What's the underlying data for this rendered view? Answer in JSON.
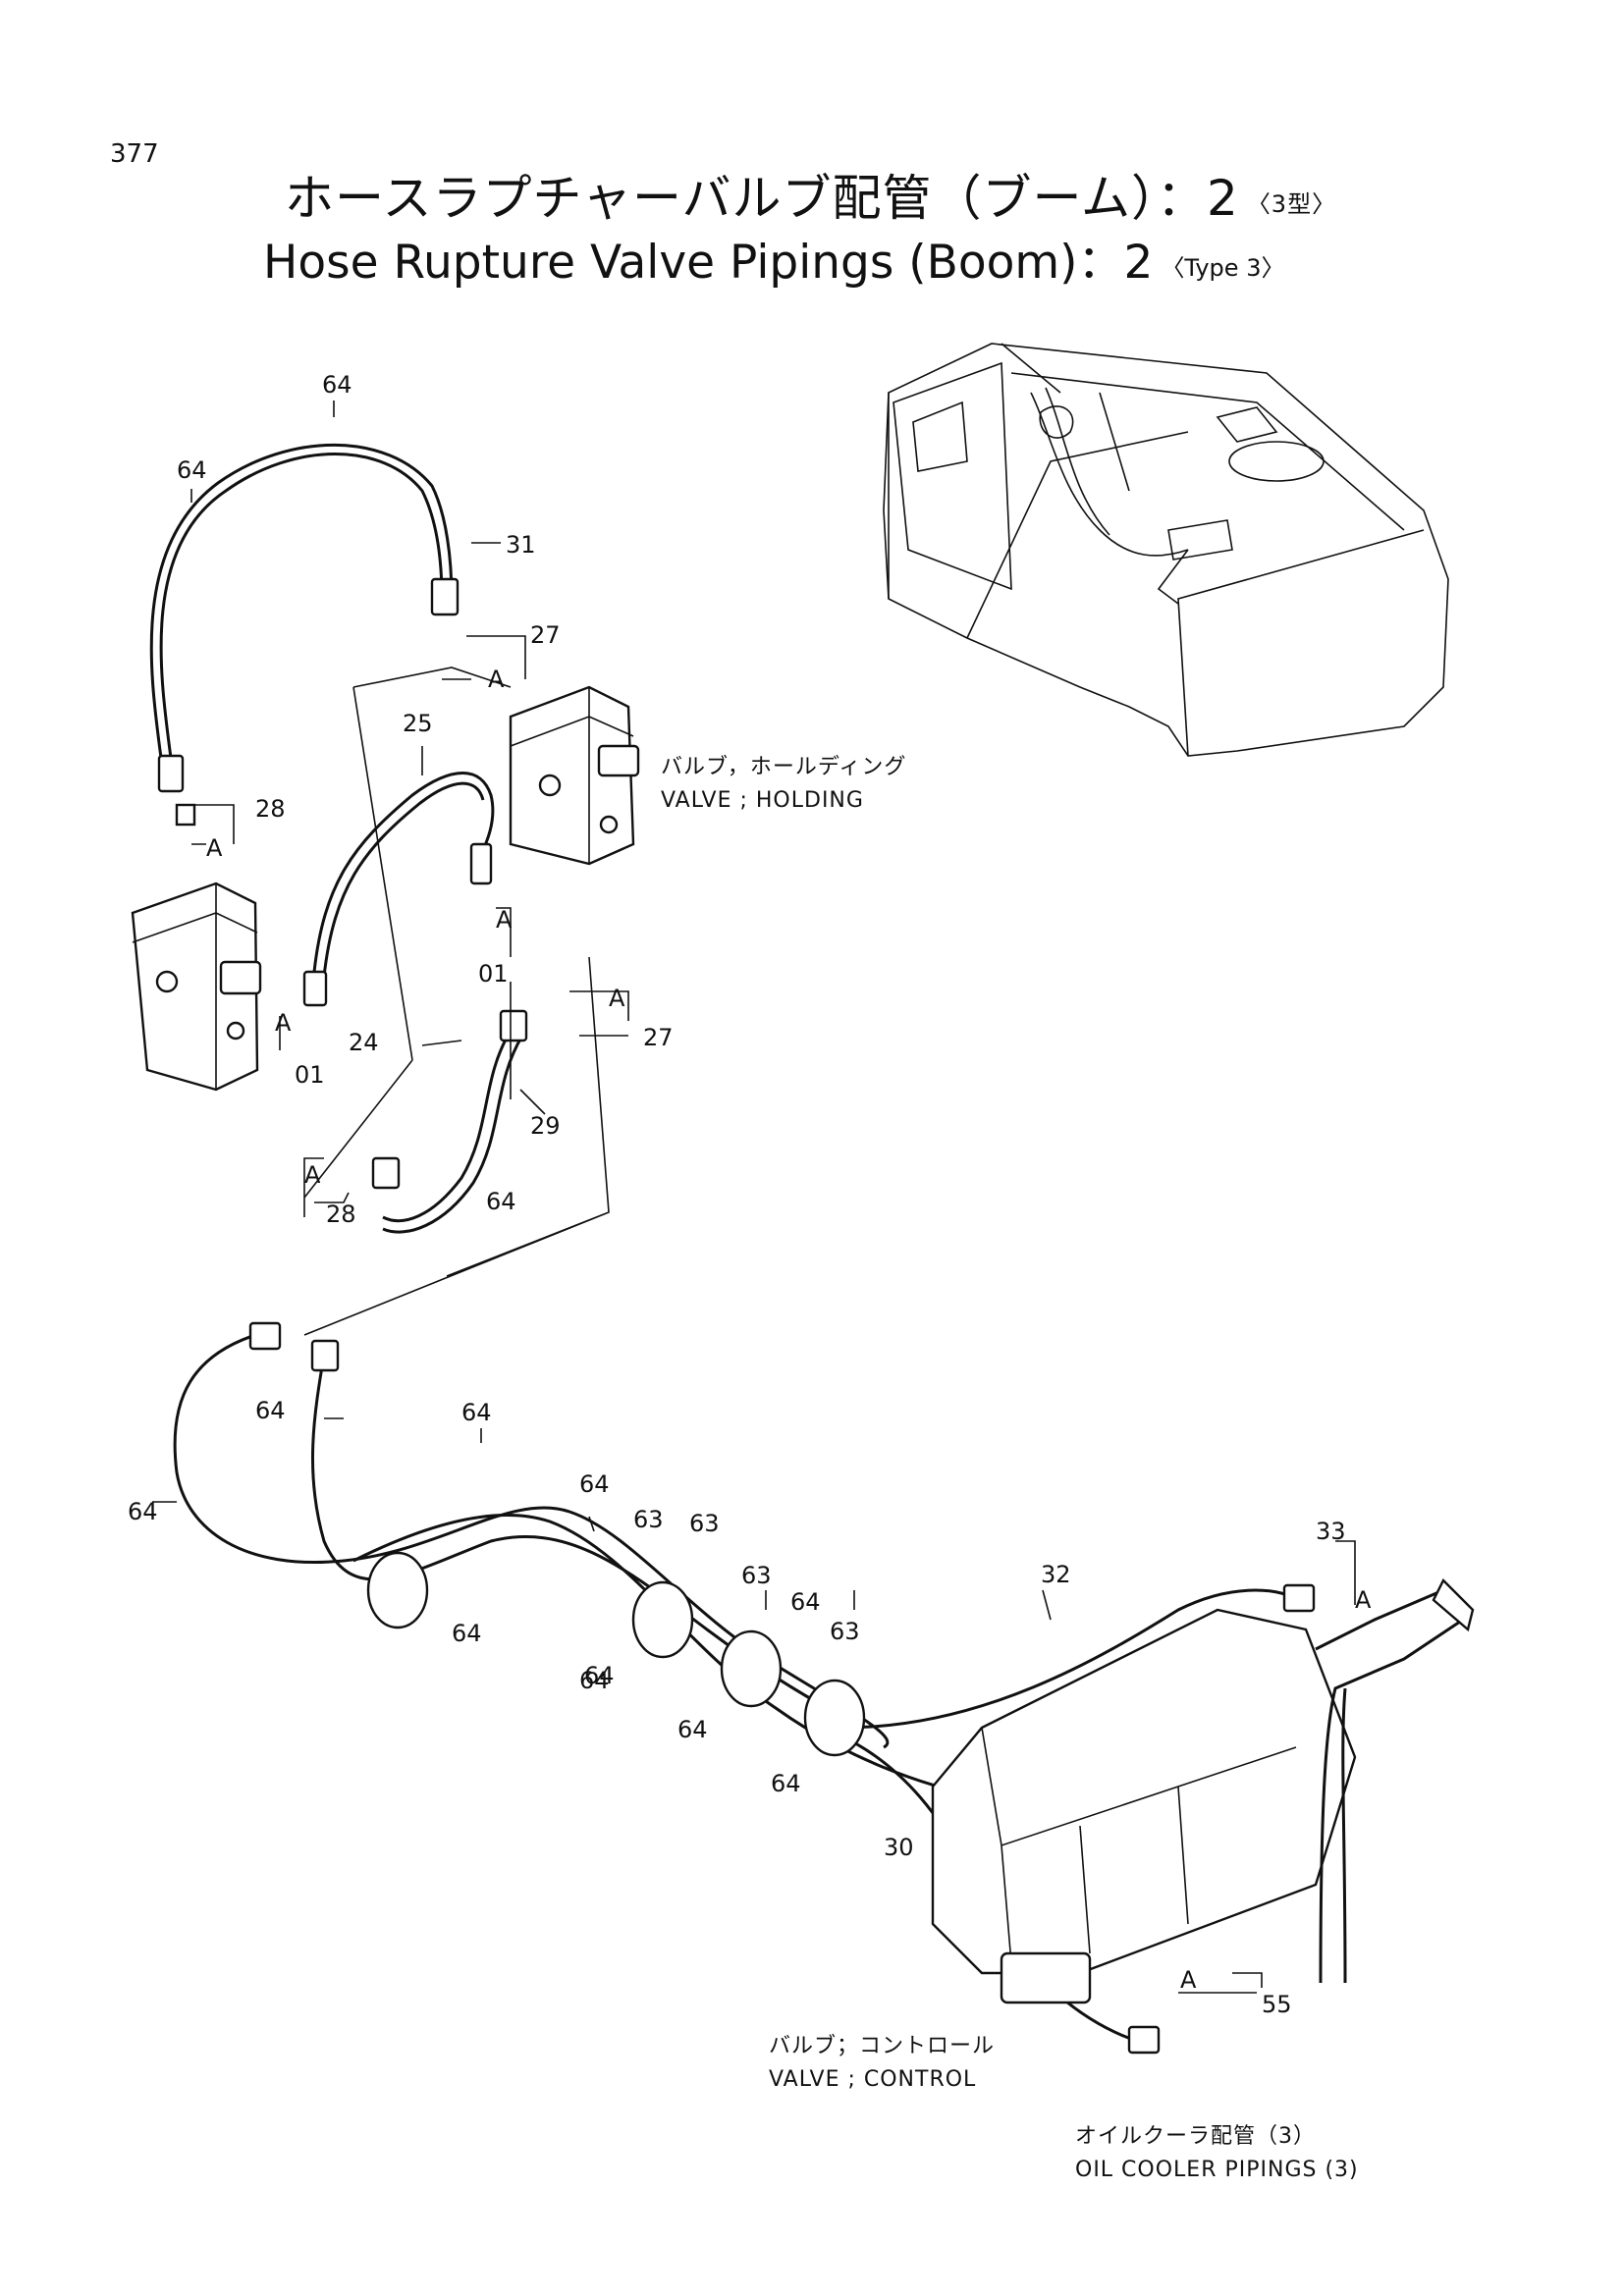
{
  "page_number": "377",
  "title": {
    "jp": "ホースラプチャーバルブ配管（ブーム）：2",
    "jp_type": "〈3型〉",
    "en": "Hose Rupture Valve Pipings (Boom)：2",
    "en_type": "〈Type 3〉"
  },
  "captions": {
    "holding_jp": "バルブ，ホールディング",
    "holding_en": "VALVE ; HOLDING",
    "control_jp": "バルブ；コントロール",
    "control_en": "VALVE ; CONTROL",
    "cooler_jp": "オイルクーラ配管（3）",
    "cooler_en": "OIL COOLER PIPINGS (3)"
  },
  "part_labels": [
    "64",
    "64",
    "31",
    "27",
    "A",
    "25",
    "28",
    "A",
    "A",
    "01",
    "24",
    "A",
    "01",
    "A",
    "27",
    "29",
    "A",
    "28",
    "64",
    "64",
    "64",
    "64",
    "64",
    "63",
    "64",
    "63",
    "64",
    "63",
    "64",
    "64",
    "63",
    "64",
    "64",
    "32",
    "33",
    "A",
    "30",
    "A",
    "55"
  ]
}
